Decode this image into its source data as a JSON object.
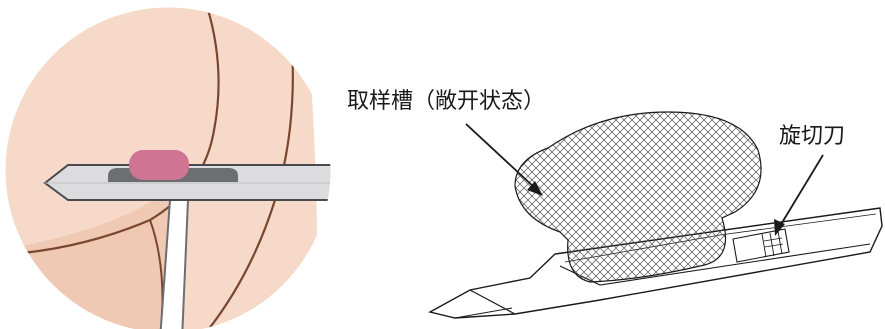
{
  "labels": {
    "sample_groove": "取样槽（敞开状态）",
    "rotary_cutter": "旋切刀"
  },
  "colors": {
    "skin": "#f6d9c8",
    "skin_shadow": "#eec4ad",
    "tissue_line": "#7a4630",
    "needle_light": "#dcdcde",
    "needle_dark": "#6d6e72",
    "needle_outline": "#4a4a4e",
    "lesion": "#cf7593",
    "mesh": "#555555",
    "line": "#1a1a1a"
  },
  "icons": {
    "magnifier_view": "breast-cross-section",
    "needle": "biopsy-needle",
    "sample": "tissue-sample"
  }
}
